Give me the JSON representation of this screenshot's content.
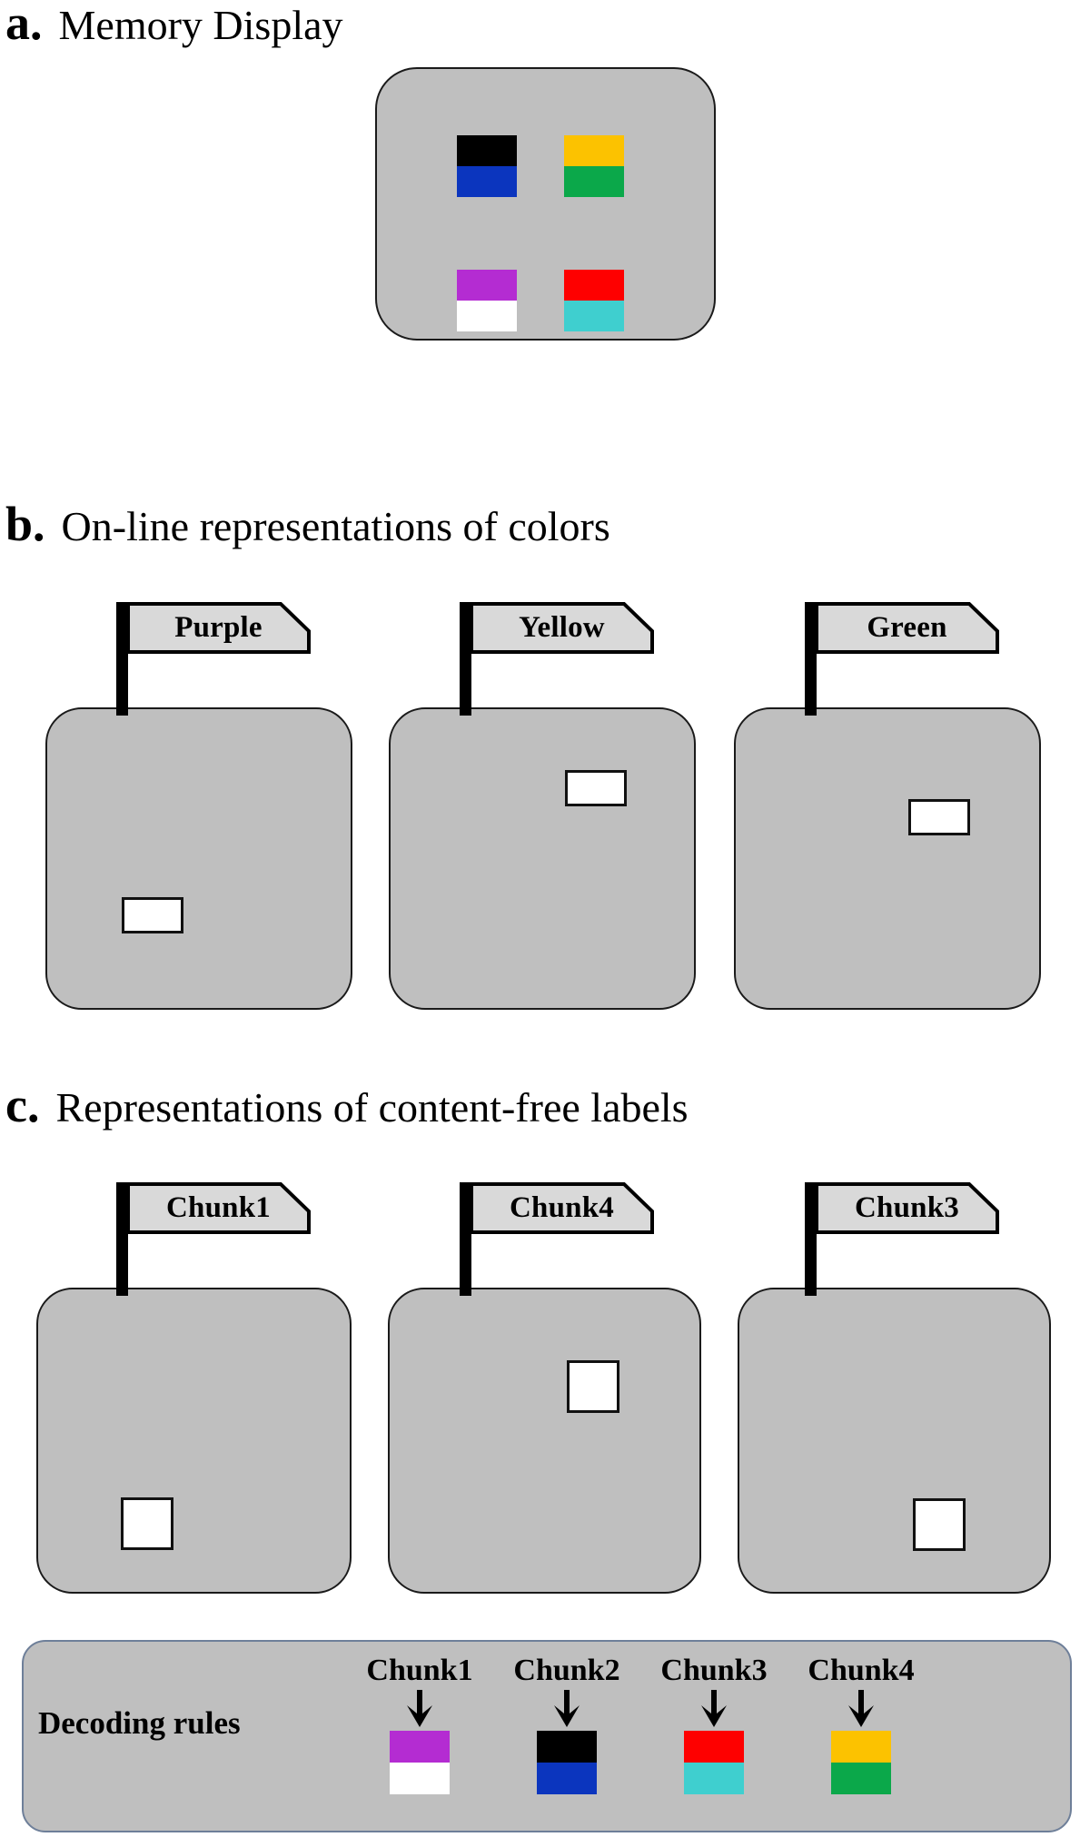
{
  "figure": {
    "panels": [
      {
        "letter": "a.",
        "title": "Memory Display"
      },
      {
        "letter": "b.",
        "title": "On-line representations of colors"
      },
      {
        "letter": "c.",
        "title": "Representations of content-free labels"
      }
    ]
  },
  "colors": {
    "panel_gray": "#bfbfbf",
    "banner_gray": "#d9d9d9",
    "outline": "#1a1a1a",
    "black": "#000000",
    "blue": "#0b35be",
    "purple": "#b42cd2",
    "white": "#ffffff",
    "yellow": "#fcc200",
    "green": "#0ba84a",
    "red": "#fe0000",
    "cyan": "#3fcfcf",
    "decbar_border": "#6e7f99"
  },
  "memory_display": {
    "chunks": [
      {
        "position": "top-left",
        "top_color": "#000000",
        "bottom_color": "#0b35be",
        "top_name": "black",
        "bottom_name": "blue"
      },
      {
        "position": "top-right",
        "top_color": "#fcc200",
        "bottom_color": "#0ba84a",
        "top_name": "yellow",
        "bottom_name": "green"
      },
      {
        "position": "bottom-left",
        "top_color": "#b42cd2",
        "bottom_color": "#ffffff",
        "top_name": "purple",
        "bottom_name": "white"
      },
      {
        "position": "bottom-right",
        "top_color": "#fe0000",
        "bottom_color": "#3fcfcf",
        "top_name": "red",
        "bottom_name": "cyan"
      }
    ]
  },
  "panel_b": {
    "items": [
      {
        "label": "Purple",
        "marker_shape": "wide-rectangle"
      },
      {
        "label": "Yellow",
        "marker_shape": "wide-rectangle"
      },
      {
        "label": "Green",
        "marker_shape": "wide-rectangle"
      }
    ]
  },
  "panel_c": {
    "items": [
      {
        "label": "Chunk1",
        "marker_shape": "square"
      },
      {
        "label": "Chunk4",
        "marker_shape": "square"
      },
      {
        "label": "Chunk3",
        "marker_shape": "square"
      }
    ]
  },
  "decoding_rules": {
    "label": "Decoding rules",
    "arrow_glyph": "down-arrow",
    "mappings": [
      {
        "chunk": "Chunk1",
        "top_color": "#b42cd2",
        "bottom_color": "#ffffff",
        "top_name": "purple",
        "bottom_name": "white"
      },
      {
        "chunk": "Chunk2",
        "top_color": "#000000",
        "bottom_color": "#0b35be",
        "top_name": "black",
        "bottom_name": "blue"
      },
      {
        "chunk": "Chunk3",
        "top_color": "#fe0000",
        "bottom_color": "#3fcfcf",
        "top_name": "red",
        "bottom_name": "cyan"
      },
      {
        "chunk": "Chunk4",
        "top_color": "#fcc200",
        "bottom_color": "#0ba84a",
        "top_name": "yellow",
        "bottom_name": "green"
      }
    ]
  }
}
